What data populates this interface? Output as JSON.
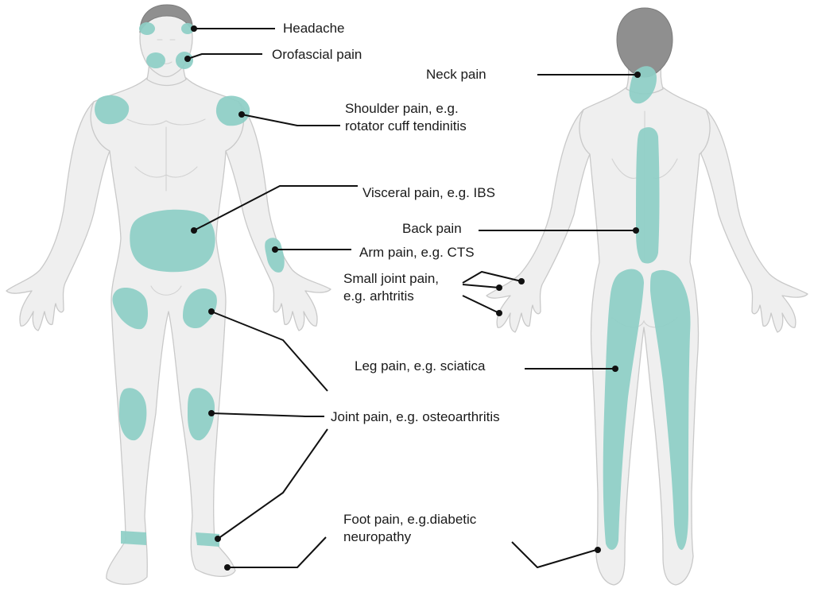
{
  "labels": {
    "headache": "Headache",
    "orofacial": "Orofascial pain",
    "neck": "Neck pain",
    "shoulder_1": "Shoulder pain, e.g.",
    "shoulder_2": "rotator cuff tendinitis",
    "visceral": "Visceral pain, e.g. IBS",
    "back": "Back pain",
    "arm": "Arm pain, e.g. CTS",
    "small_joint_1": "Small joint pain,",
    "small_joint_2": "e.g. arhtritis",
    "leg": "Leg pain, e.g. sciatica",
    "joint": "Joint pain, e.g. osteoarthritis",
    "foot_1": "Foot pain, e.g.diabetic",
    "foot_2": "neuropathy"
  },
  "colors": {
    "pain_region": "#8ecfc6",
    "body": "#efefef",
    "outline": "#c9c9c9",
    "hair": "#8f8f8f",
    "leader_line": "#111111"
  },
  "figures": [
    "front-view",
    "back-view"
  ]
}
